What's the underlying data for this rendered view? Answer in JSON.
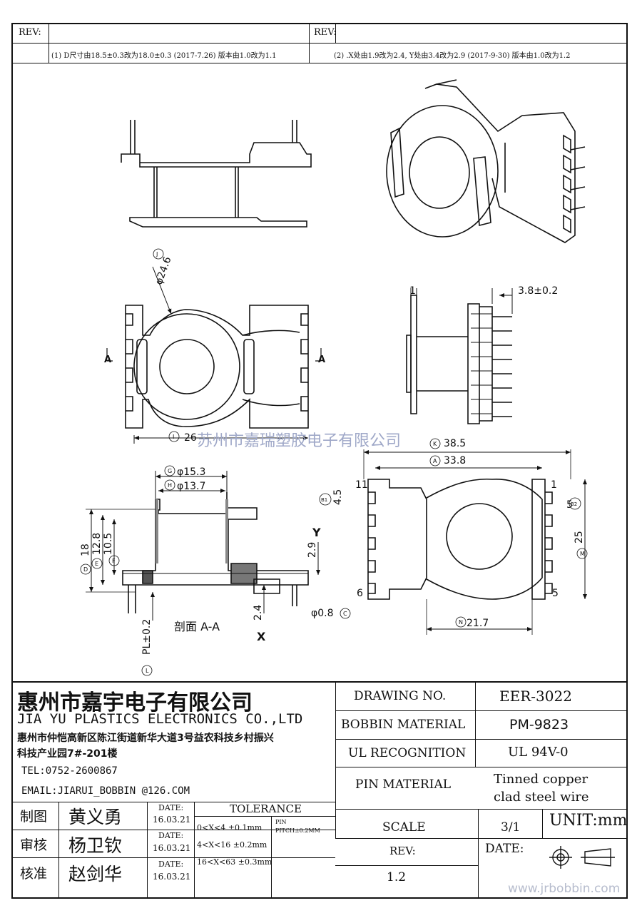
{
  "header": {
    "rev_label_left": "REV:",
    "rev_label_right": "REV:",
    "note_left": "(1) D尺寸由18.5±0.3改为18.0±0.3 (2017-7.26) 版本由1.0改为1.1",
    "note_right": "(2) .X处由1.9改为2.4, Y处由3.4改为2.9 (2017-9-30) 版本由1.0改为1.2"
  },
  "drawing": {
    "watermark": "苏州市嘉瑞塑胶电子有限公司",
    "section_label": "剖面 A-A",
    "dims": {
      "phi_j": "φ24.6",
      "i_26": "26",
      "k_385": "38.5",
      "a_338": "33.8",
      "g_153": "φ15.3",
      "h_137": "φ13.7",
      "d_18": "18",
      "e_128": "12.8",
      "f_105": "10.5",
      "y_29": "2.9",
      "x_24": "2.4",
      "c_08": "φ0.8",
      "l_pl": "PL±0.2",
      "dim_1": "1",
      "dim_38": "3.8±0.2",
      "b1_45": "4.5",
      "b2_5": "5",
      "m_25": "25",
      "n_217": "21.7",
      "pin_11": "11",
      "pin_6": "6",
      "pin_1": "1",
      "pin_5": "5",
      "label_y": "Y",
      "label_x": "X",
      "label_a": "A",
      "circle_j": "J",
      "circle_i": "I",
      "circle_k": "K",
      "circle_a": "A",
      "circle_g": "G",
      "circle_h": "H",
      "circle_d": "D",
      "circle_e": "E",
      "circle_f": "F",
      "circle_c": "C",
      "circle_l": "L",
      "circle_b1": "B1",
      "circle_b2": "B2",
      "circle_m": "M",
      "circle_n": "N"
    }
  },
  "title_block": {
    "company_cn": "惠州市嘉宇电子有限公司",
    "company_en": "JIA YU PLASTICS ELECTRONICS CO.,LTD",
    "address_1": "惠州市仲恺高新区陈江街道新华大道3号益农科技乡村振兴",
    "address_2": "科技产业园7#-201楼",
    "tel": "TEL:0752-2600867",
    "email": "EMAIL:JIARUI_BOBBIN @126.COM",
    "drawing_no_label": "DRAWING  NO.",
    "drawing_no": "EER-3022",
    "bobbin_material_label": "BOBBIN  MATERIAL",
    "bobbin_material": "PM-9823",
    "ul_label": "UL RECOGNITION",
    "ul_value": "UL 94V-0",
    "pin_material_label": "PIN MATERIAL",
    "pin_material_1": "Tinned copper",
    "pin_material_2": "clad steel wire",
    "scale_label": "SCALE",
    "scale_value": "3/1",
    "unit": "UNIT:mm",
    "rev_label": "REV:",
    "rev_value": "1.2",
    "date_label": "DATE:",
    "roles": [
      {
        "role": "制图",
        "name": "黄义勇",
        "date_label": "DATE:",
        "date": "16.03.21"
      },
      {
        "role": "审核",
        "name": "杨卫钦",
        "date_label": "DATE:",
        "date": "16.03.21"
      },
      {
        "role": "核准",
        "name": "赵剑华",
        "date_label": "DATE:",
        "date": "16.03.21"
      }
    ],
    "tolerance_label": "TOLERANCE",
    "tolerances": [
      "0<X<4  ±0.1mm",
      "4<X<16 ±0.2mm",
      "16<X<63 ±0.3mm"
    ],
    "pin_pitch_1": "PIN",
    "pin_pitch_2": "PITCH±0.2MM",
    "website": "www.jrbobbin.com"
  }
}
